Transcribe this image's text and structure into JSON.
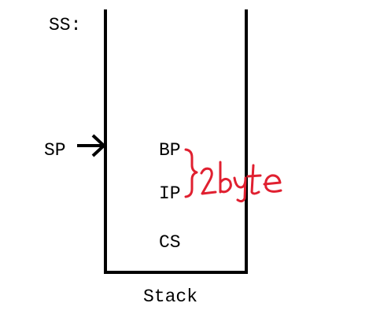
{
  "segment_label": "SS:",
  "pointer_label": "SP",
  "stack_slots": [
    {
      "label": "BP"
    },
    {
      "label": "IP"
    },
    {
      "label": "CS"
    }
  ],
  "caption": "Stack",
  "annotation": {
    "text": "2byte",
    "color": "#e02030"
  }
}
